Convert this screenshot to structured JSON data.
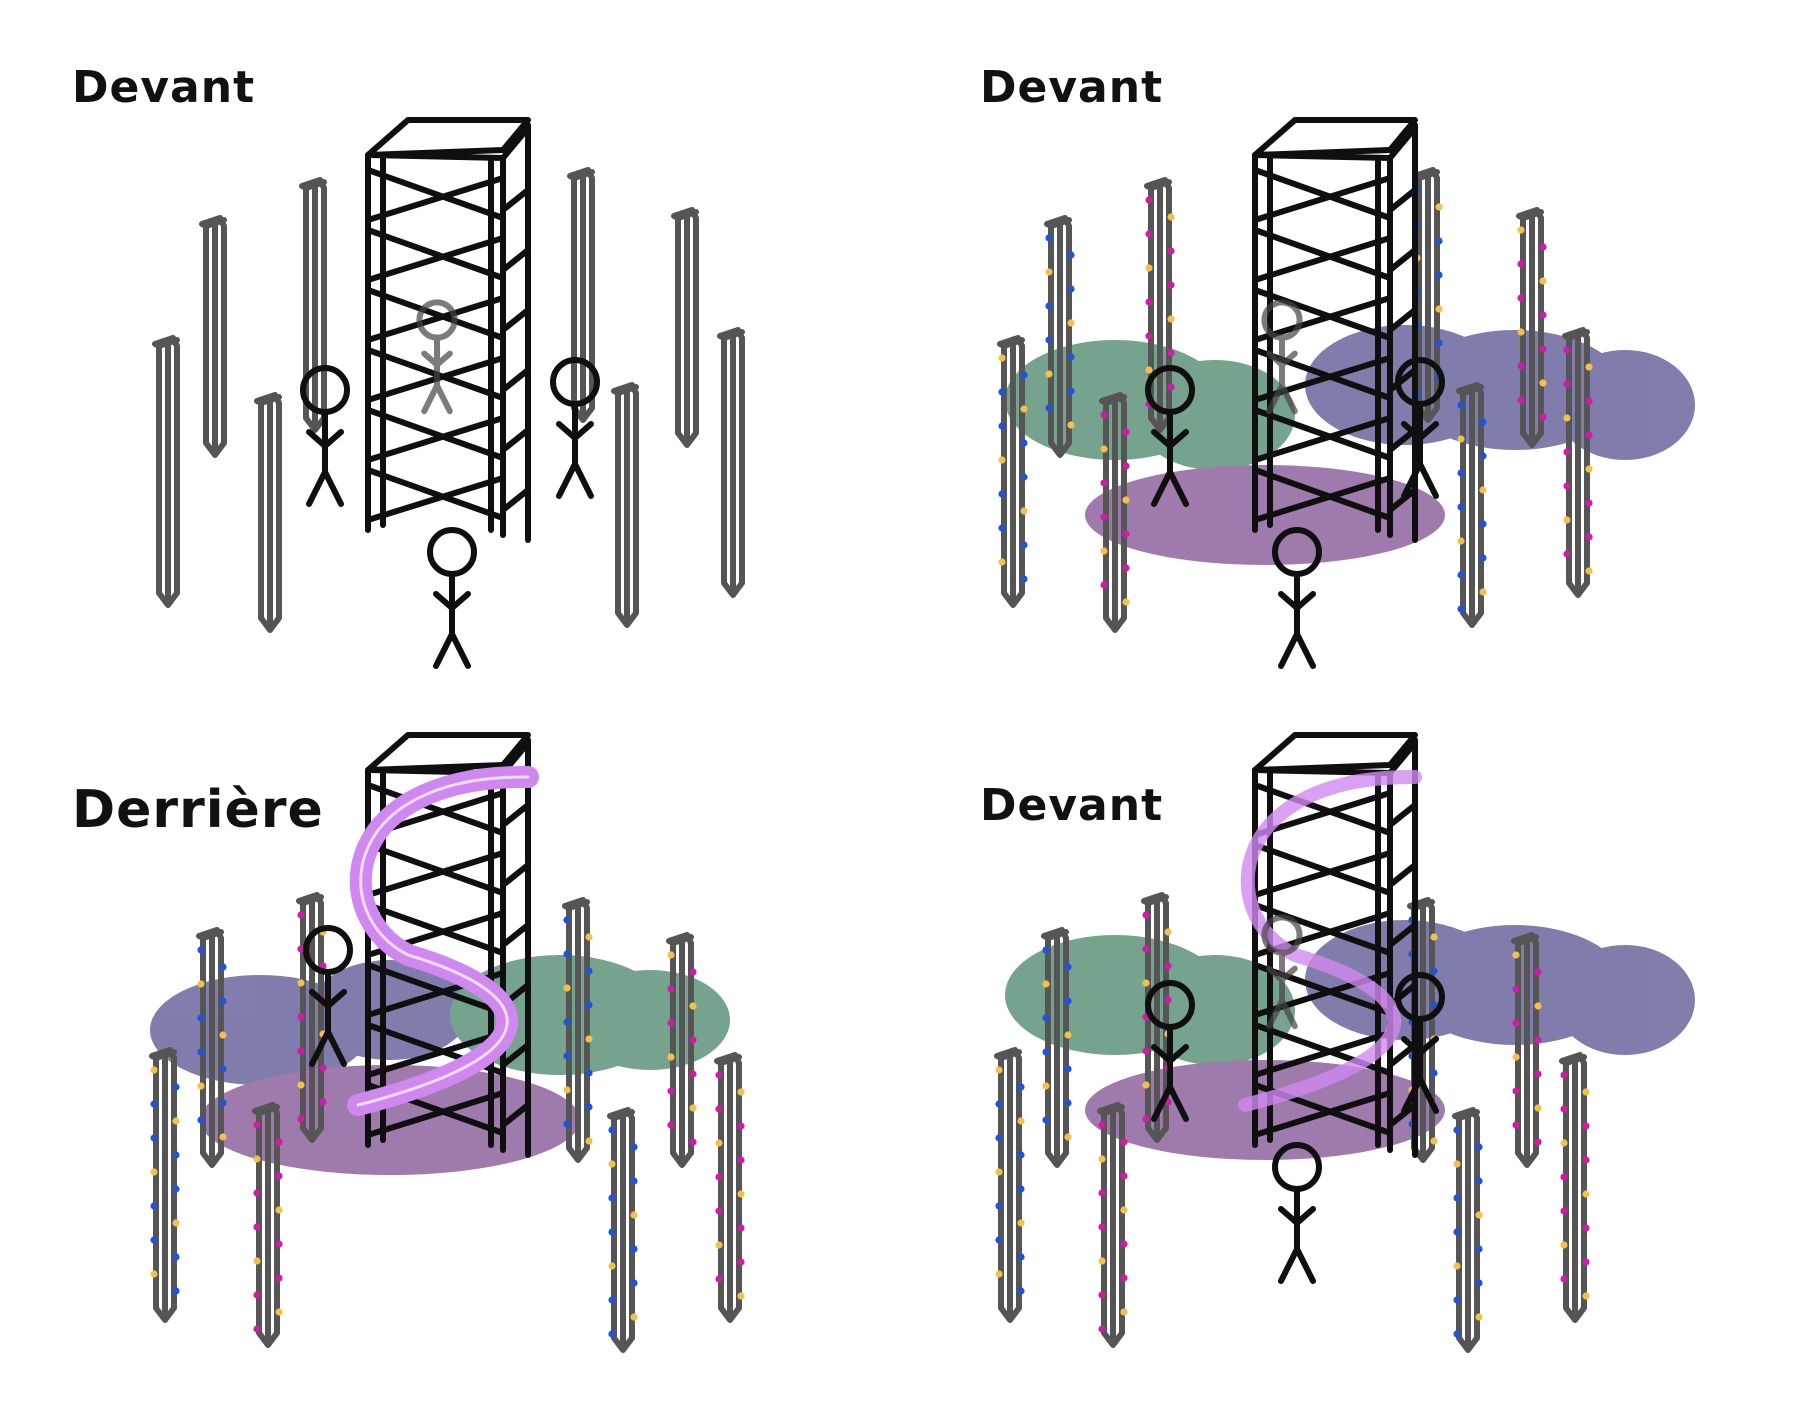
{
  "panels": [
    {
      "label": "Devant",
      "haze": false,
      "lights": false,
      "slide": false
    },
    {
      "label": "Devant",
      "haze": true,
      "lights": true,
      "slide": false
    },
    {
      "label": "Derrière",
      "haze": true,
      "lights": true,
      "slide": true
    },
    {
      "label": "Devant",
      "haze": true,
      "lights": true,
      "slide": true
    }
  ],
  "colors": {
    "ink": "#0f0f0f",
    "pillar": "#555555",
    "haze_green": "#6e9f88",
    "haze_blue": "#7a76a8",
    "haze_purple": "#9a73a8",
    "slide": "#cf88f0",
    "light_blue": "#1f54d6",
    "light_magenta": "#d01aa8",
    "light_yellow": "#f5c04a"
  }
}
